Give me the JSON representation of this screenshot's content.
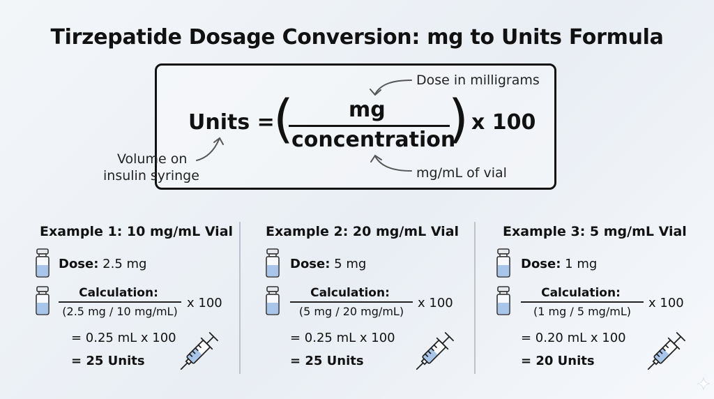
{
  "title": "Tirzepatide Dosage Conversion: mg to Units Formula",
  "formula": {
    "lhs": "Units =",
    "numerator": "mg",
    "denominator": "concentration",
    "multiplier": "x 100",
    "note_numerator": "Dose in milligrams",
    "note_units_line1": "Volume on",
    "note_units_line2": "insulin syringe",
    "note_denominator": "mg/mL of vial"
  },
  "examples": [
    {
      "title": "Example 1: 10 mg/mL Vial",
      "dose_label": "Dose:",
      "dose_value": "2.5 mg",
      "calc_label": "Calculation:",
      "calc_denominator": "(2.5 mg / 10 mg/mL)",
      "calc_multiplier": "x 100",
      "step": "= 0.25 mL x 100",
      "result": "= 25 Units"
    },
    {
      "title": "Example 2: 20 mg/mL Vial",
      "dose_label": "Dose:",
      "dose_value": "5 mg",
      "calc_label": "Calculation:",
      "calc_denominator": "(5 mg / 20 mg/mL)",
      "calc_multiplier": "x 100",
      "step": "= 0.25 mL x 100",
      "result": "= 25 Units"
    },
    {
      "title": "Example 3: 5 mg/mL Vial",
      "dose_label": "Dose:",
      "dose_value": "1 mg",
      "calc_label": "Calculation:",
      "calc_denominator": "(1 mg / 5 mg/mL)",
      "calc_multiplier": "x 100",
      "step": "= 0.20 mL x 100",
      "result": "= 20 Units"
    }
  ],
  "colors": {
    "vial_liquid": "#a9c6ea",
    "vial_cap": "#e6eaef",
    "syringe_liquid": "#a9c6ea",
    "arrow": "#555555"
  },
  "icons": [
    "vial-icon",
    "syringe-icon",
    "sparkle-icon"
  ]
}
